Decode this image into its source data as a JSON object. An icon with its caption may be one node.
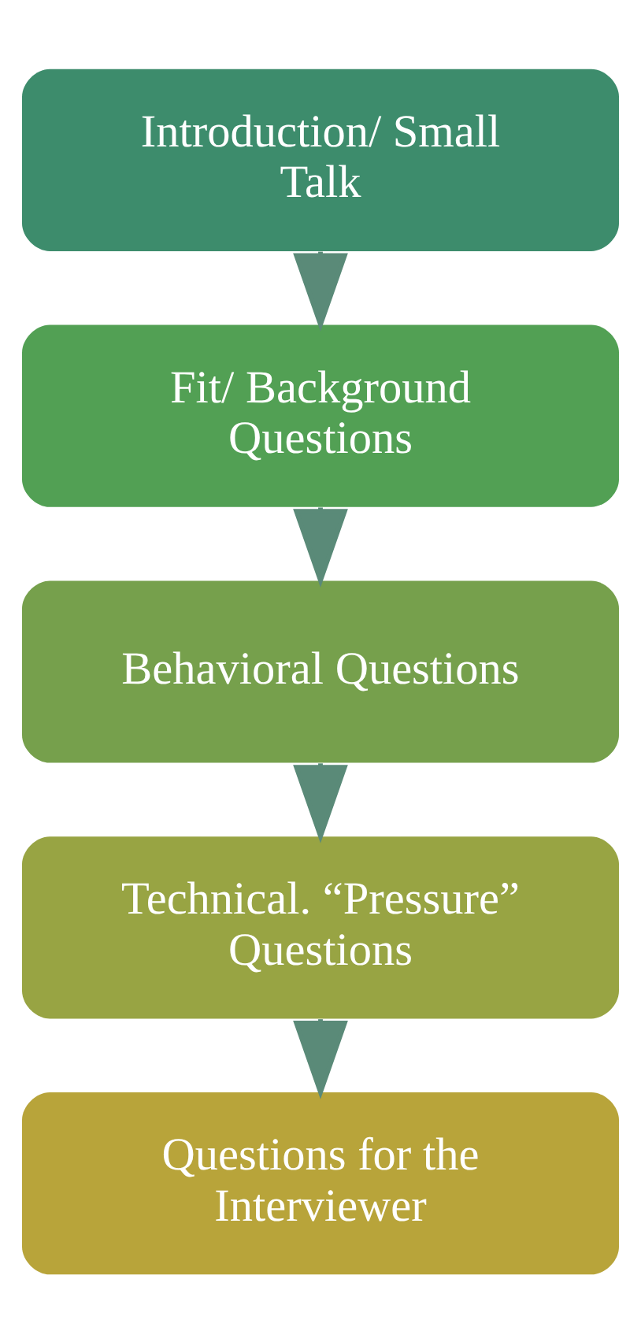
{
  "diagram": {
    "nodes": [
      {
        "text": [
          "Introduction/ Small Talk"
        ]
      },
      {
        "text": [
          "Fit/ Background Questions"
        ]
      },
      {
        "text": [
          "Behavioral Questions"
        ]
      },
      {
        "text": [
          "Technical. “Pressure” Questions"
        ]
      },
      {
        "text": [
          "Questions for the Interviewer"
        ]
      }
    ],
    "edges": [
      {
        "from": 0,
        "to": 1,
        "arrow": "to"
      },
      {
        "from": 1,
        "to": 2,
        "arrow": "to"
      },
      {
        "from": 2,
        "to": 3,
        "arrow": "to"
      },
      {
        "from": 3,
        "to": 4,
        "arrow": "to"
      }
    ]
  }
}
